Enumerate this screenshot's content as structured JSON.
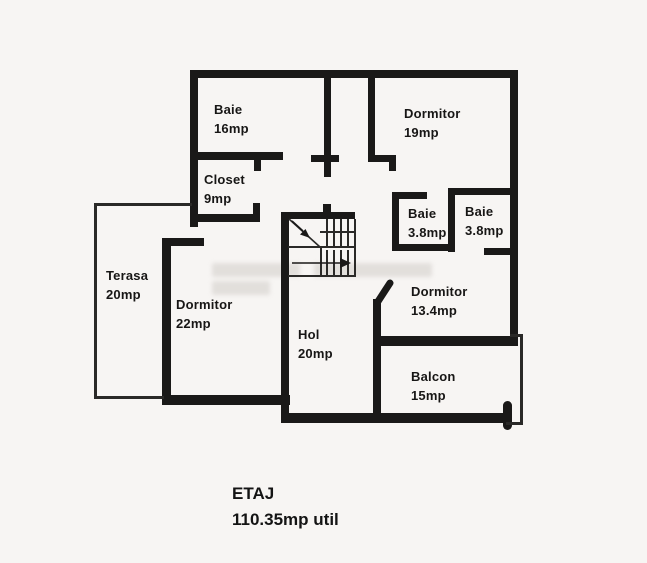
{
  "plan": {
    "title": "ETAJ",
    "subtitle": "110.35mp util",
    "rooms": [
      {
        "id": "baie-16",
        "name": "Baie",
        "area": "16mp"
      },
      {
        "id": "dormitor-19",
        "name": "Dormitor",
        "area": "19mp"
      },
      {
        "id": "closet-9",
        "name": "Closet",
        "area": "9mp"
      },
      {
        "id": "baie-38-left",
        "name": "Baie",
        "area": "3.8mp"
      },
      {
        "id": "baie-38-right",
        "name": "Baie",
        "area": "3.8mp"
      },
      {
        "id": "terasa-20",
        "name": "Terasa",
        "area": "20mp"
      },
      {
        "id": "dormitor-22",
        "name": "Dormitor",
        "area": "22mp"
      },
      {
        "id": "hol-20",
        "name": "Hol",
        "area": "20mp"
      },
      {
        "id": "dormitor-134",
        "name": "Dormitor",
        "area": "13.4mp"
      },
      {
        "id": "balcon-15",
        "name": "Balcon",
        "area": "15mp"
      }
    ],
    "colors": {
      "wall": "#1a1918",
      "background": "#f7f5f3",
      "text": "#171615"
    }
  }
}
